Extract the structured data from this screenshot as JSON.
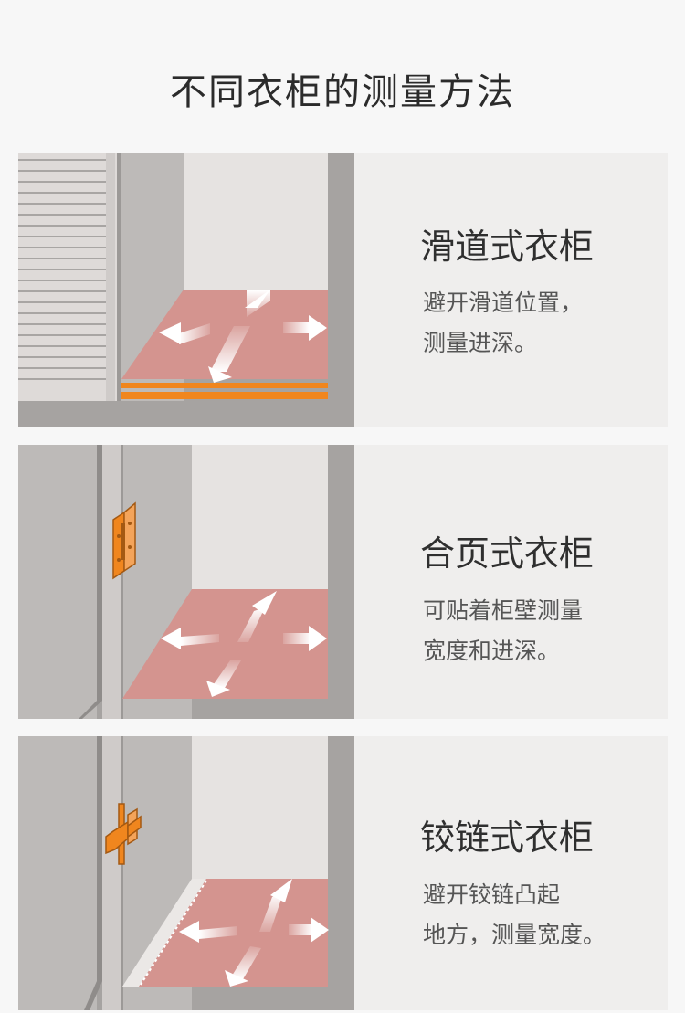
{
  "page": {
    "title": "不同衣柜的测量方法"
  },
  "colors": {
    "background": "#f7f7f7",
    "card": "#efeeed",
    "wall": "#e6e3e1",
    "cabinet_side": "#bdbab8",
    "frame": "#a3a09e",
    "floor": "#d4948f",
    "accent": "#f0861e"
  },
  "cards": [
    {
      "title": "滑道式衣柜",
      "desc": [
        "避开滑道位置，",
        "测量进深。"
      ],
      "illustration": "sliding-door-cabinet"
    },
    {
      "title": "合页式衣柜",
      "desc": [
        "可贴着柜壁测量",
        "宽度和进深。"
      ],
      "illustration": "hinge-door-cabinet"
    },
    {
      "title": "铰链式衣柜",
      "desc": [
        "避开铰链凸起",
        "地方，测量宽度。"
      ],
      "illustration": "pivot-hinge-cabinet"
    }
  ]
}
